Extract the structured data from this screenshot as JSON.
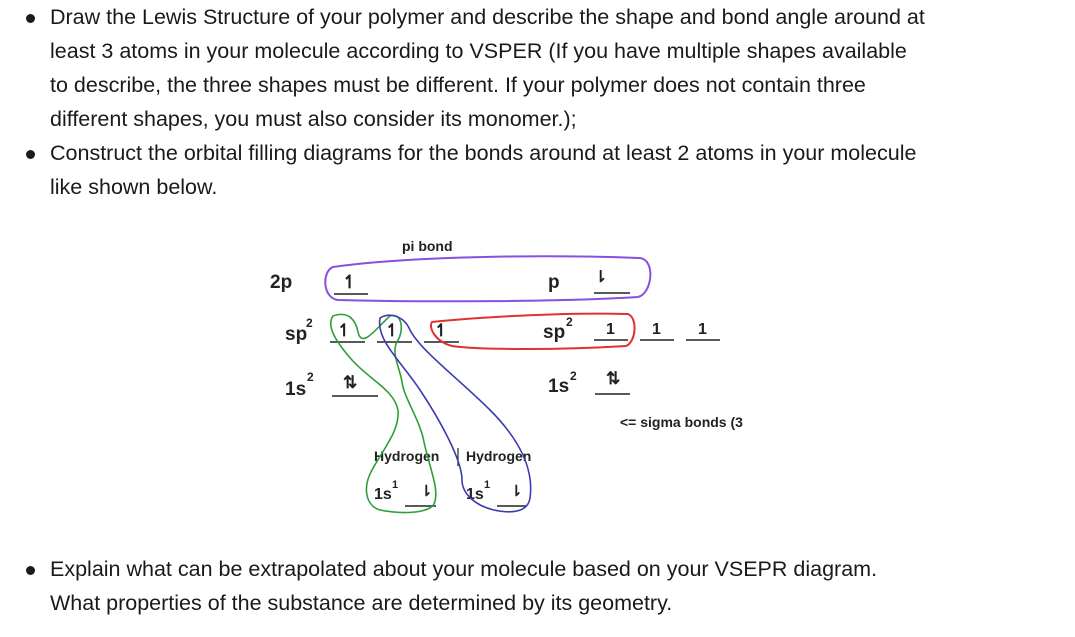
{
  "bullets": [
    {
      "text": "Draw the Lewis Structure of your polymer and describe the shape and bond angle around at\nleast 3 atoms in your molecule according to VSPER (If you have multiple shapes available\nto describe, the three shapes must be different. If your polymer does not contain three\ndifferent shapes, you must also consider its monomer.);"
    },
    {
      "text": "Construct the orbital filling diagrams for the bonds around at least 2 atoms in your molecule\nlike shown below."
    },
    {
      "text": "Explain what can be extrapolated about your molecule based on your VSEPR diagram.\nWhat properties of the substance are determined by its geometry."
    }
  ],
  "diagram": {
    "pi_bond_label": "pi bond",
    "sigma_label": "<= sigma bonds (3",
    "left": {
      "p_label": "2p",
      "sp2_label": "sp",
      "sp2_sup": "2",
      "s_label": "1s",
      "s_sup": "2",
      "p_electron": "↿",
      "sp2_electrons": [
        "↿",
        "↿",
        "↿"
      ],
      "s_electrons": "⇅"
    },
    "right": {
      "p_label": "p",
      "sp2_label": "sp",
      "sp2_sup": "2",
      "s_label": "1s",
      "s_sup": "2",
      "p_electron": "⇂",
      "sp2_electrons": [
        "1",
        "1",
        "1"
      ],
      "s_electrons": "⇅"
    },
    "hydrogens": [
      {
        "name": "Hydrogen",
        "orbital": "1s",
        "sup": "1",
        "electron": "⇂"
      },
      {
        "name": "Hydrogen",
        "orbital": "1s",
        "sup": "1",
        "electron": "⇂"
      }
    ],
    "colors": {
      "pi_loop": "#8a4fe0",
      "sigma_right_loop": "#e03030",
      "h1_loop": "#2e9e3a",
      "h2_loop": "#3c3cb0"
    }
  }
}
